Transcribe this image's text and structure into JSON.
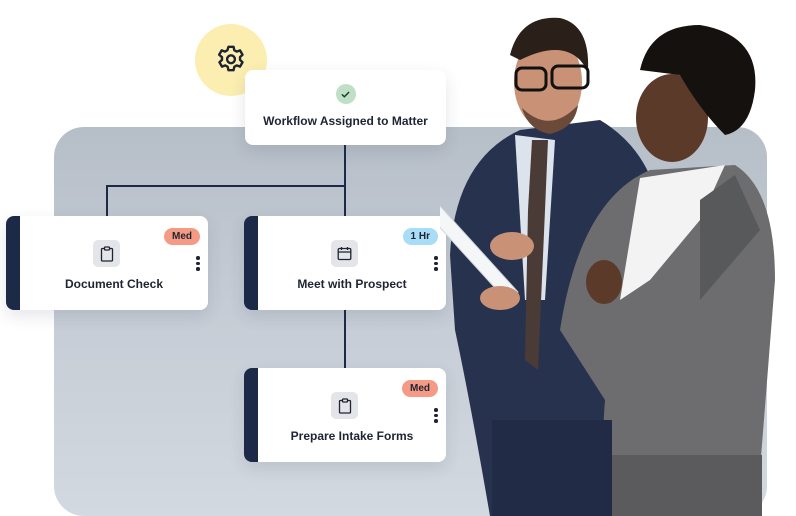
{
  "colors": {
    "navy": "#1c2a48",
    "gear_bg": "#fbeeb0",
    "check_bg": "#bfe0c6",
    "med_badge": "#f59a84",
    "hr_badge": "#a8dcf7",
    "panel_top": "#b6bec8",
    "panel_bottom": "#d3d9e0"
  },
  "header_icon": "gear-icon",
  "root_node": {
    "icon": "check-icon",
    "title": "Workflow Assigned to Matter"
  },
  "tasks": [
    {
      "title": "Document Check",
      "icon": "clipboard-icon",
      "badge": "Med",
      "badge_color": "#f59a84"
    },
    {
      "title": "Meet with Prospect",
      "icon": "calendar-icon",
      "badge": "1 Hr",
      "badge_color": "#a8dcf7"
    },
    {
      "title": "Prepare Intake Forms",
      "icon": "clipboard-icon",
      "badge": "Med",
      "badge_color": "#f59a84"
    }
  ],
  "photo": {
    "description": "Two business professionals reviewing a document and smiling"
  }
}
